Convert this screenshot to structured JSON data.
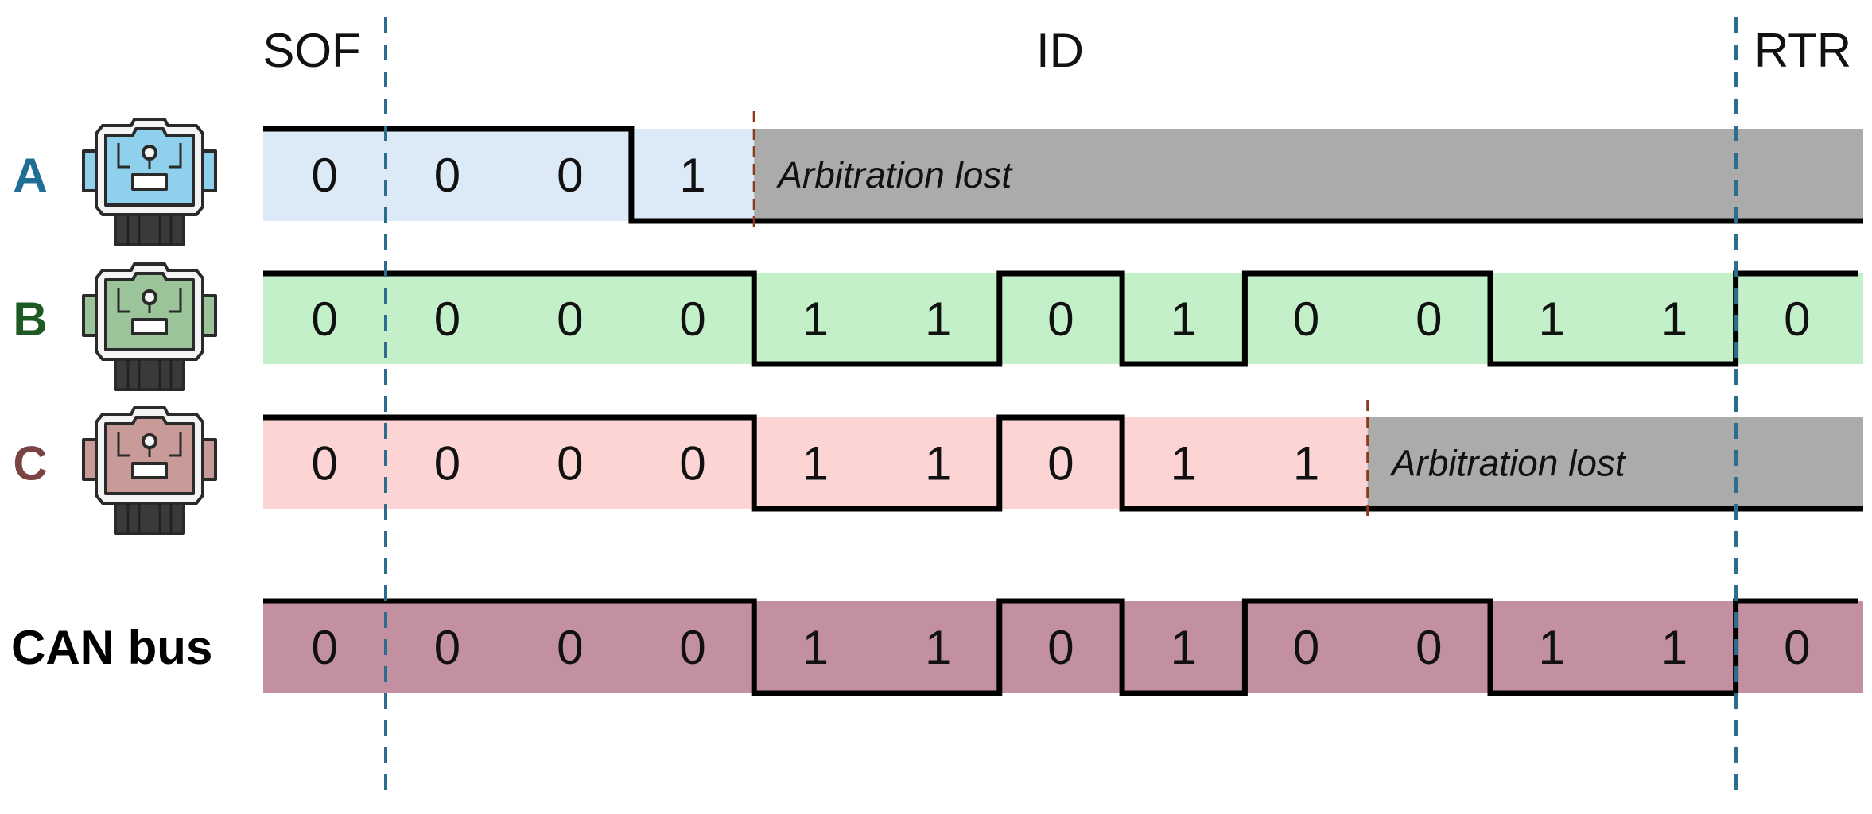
{
  "fields": [
    "SOF",
    "ID",
    "RTR"
  ],
  "arbitration_lost_label": "Arbitration lost",
  "nodes": [
    {
      "letter": "A",
      "color": "#1f6e94",
      "fill": "#dce9f7",
      "icon": "ecu-module-icon",
      "icon_color": "#8fd0ec",
      "bits": [
        "0",
        "0",
        "0",
        "1"
      ],
      "arbitration_lost": true
    },
    {
      "letter": "B",
      "color": "#1d5a24",
      "fill": "#c4f0c9",
      "icon": "ecu-module-icon",
      "icon_color": "#9bc49a",
      "bits": [
        "0",
        "0",
        "0",
        "0",
        "1",
        "1",
        "0",
        "1",
        "0",
        "0",
        "1",
        "1",
        "0"
      ],
      "arbitration_lost": false
    },
    {
      "letter": "C",
      "color": "#7a4444",
      "fill": "#fcd4d4",
      "icon": "ecu-module-icon",
      "icon_color": "#c89a98",
      "bits": [
        "0",
        "0",
        "0",
        "0",
        "1",
        "1",
        "0",
        "1",
        "1"
      ],
      "arbitration_lost": true
    }
  ],
  "bus": {
    "label": "CAN bus",
    "fill": "#c290a0",
    "bits": [
      "0",
      "0",
      "0",
      "0",
      "1",
      "1",
      "0",
      "1",
      "0",
      "0",
      "1",
      "1",
      "0"
    ]
  },
  "colors": {
    "lost_fill": "#ababab",
    "boundary_line": "#2c6c8c",
    "lost_marker": "#8b3a1a"
  }
}
